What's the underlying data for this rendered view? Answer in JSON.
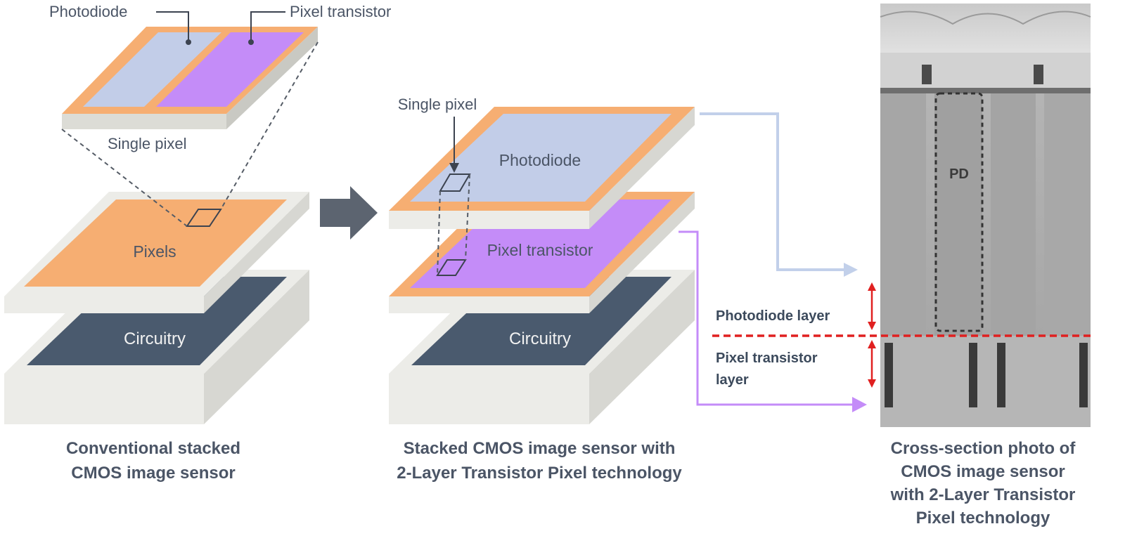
{
  "top_pixel": {
    "photodiode_label": "Photodiode",
    "transistor_label": "Pixel transistor",
    "single_pixel_label": "Single pixel"
  },
  "conventional": {
    "pixels_label": "Pixels",
    "circuitry_label": "Circuitry",
    "caption_line1": "Conventional stacked",
    "caption_line2": "CMOS image sensor"
  },
  "two_layer": {
    "single_pixel_label": "Single pixel",
    "photodiode_label": "Photodiode",
    "transistor_label": "Pixel transistor",
    "circuitry_label": "Circuitry",
    "caption_line1": "Stacked CMOS image sensor with",
    "caption_line2": "2-Layer Transistor Pixel technology"
  },
  "cross_section": {
    "pd_label": "PD",
    "photodiode_layer_label": "Photodiode layer",
    "transistor_layer_line1": "Pixel transistor",
    "transistor_layer_line2": "layer",
    "caption_line1": "Cross-section photo of",
    "caption_line2": "CMOS image sensor",
    "caption_line3": "with 2-Layer Transistor",
    "caption_line4": "Pixel technology"
  },
  "colors": {
    "orange": "#f6ae72",
    "photodiode_blue": "#c2cde8",
    "transistor_purple": "#c48cf8",
    "circuitry_navy": "#4a5a6e",
    "slab_face": "#ececea",
    "slab_side": "#d9d9d4",
    "arrow_gray": "#5c6470",
    "link_blue": "#c2d0ea",
    "link_purple": "#c48cf8",
    "red_marker": "#e02020"
  }
}
